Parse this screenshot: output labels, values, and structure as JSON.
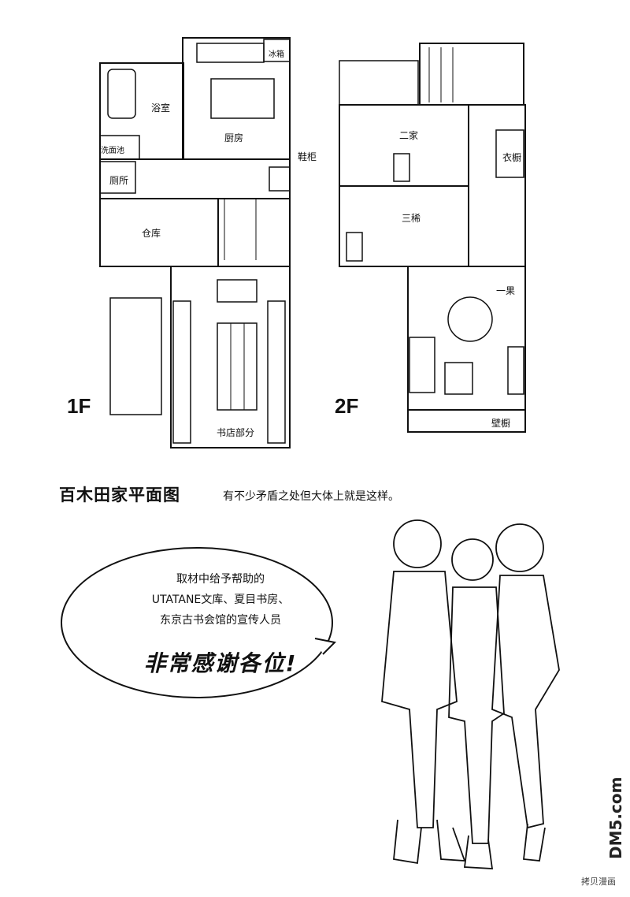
{
  "floor1": {
    "label": "1F",
    "rooms": {
      "fridge": "冰箱",
      "bath": "浴室",
      "kitchen": "厨房",
      "shoe_cabinet": "鞋柜",
      "washbasin": "洗面池",
      "toilet": "厕所",
      "storage": "仓库",
      "bookstore": "书店部分"
    }
  },
  "floor2": {
    "label": "2F",
    "rooms": {
      "second_daughter": "二家",
      "third_daughter": "三稀",
      "closet": "衣橱",
      "eldest_daughter": "一果",
      "wall_closet": "壁橱"
    }
  },
  "heading": {
    "title": "百木田家平面图",
    "caption": "有不少矛盾之处但大体上就是这样。"
  },
  "bubble": {
    "line1": "取材中给予帮助的",
    "line2": "UTATANE文库、夏目书房、",
    "line3": "东京古书会馆的宣传人员",
    "thanks": "非常感谢各位!"
  },
  "watermark": {
    "logo": "DM5.com",
    "text": "拷贝漫画"
  }
}
